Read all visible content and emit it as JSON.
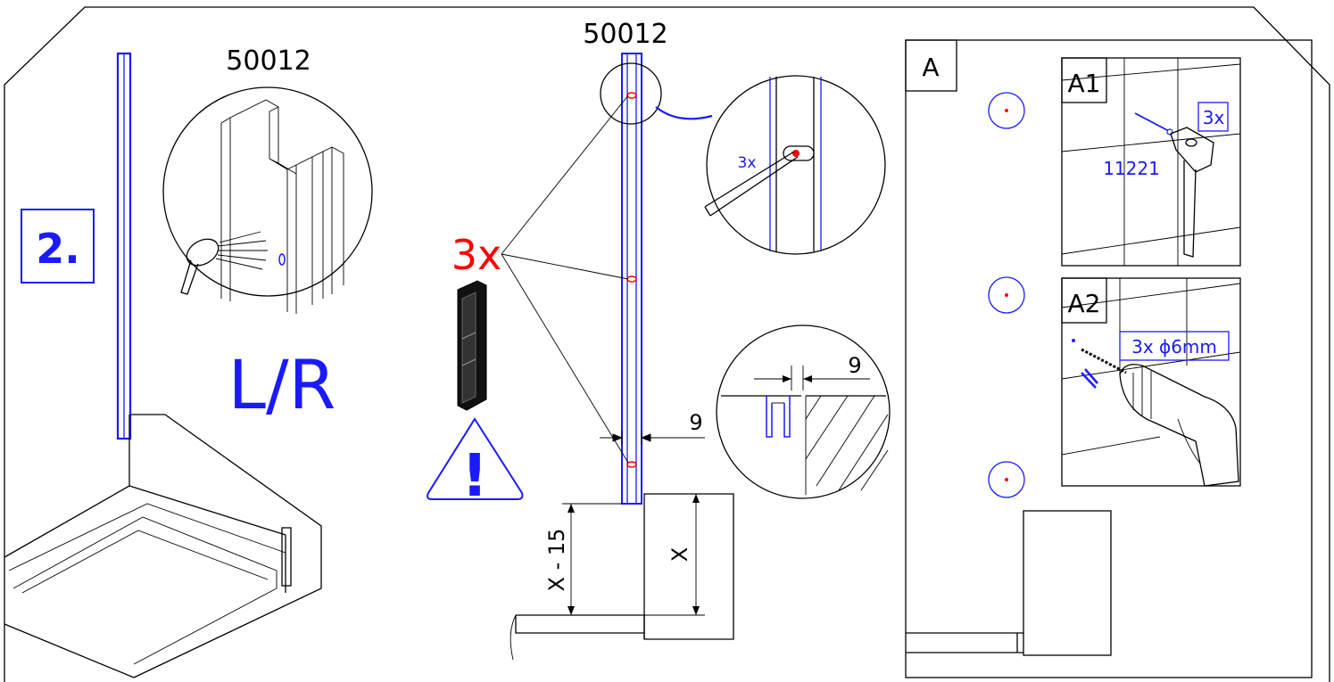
{
  "step_badge": "2.",
  "part_number_detail": "50012",
  "part_number_main": "50012",
  "orientation_label": "L/R",
  "hole_count_label": "3x",
  "zoom_hole_count": "3x",
  "warning_symbol": "!",
  "gap_dimension_main": "9",
  "gap_dimension_detail": "9",
  "height_dimension_profile": "X - 15",
  "height_dimension_wall": "X",
  "panel_a": {
    "label": "A",
    "sub_a1": {
      "label": "A1",
      "quantity": "3x",
      "part_number": "11221"
    },
    "sub_a2": {
      "label": "A2",
      "drill_spec": "3x ϕ6mm"
    }
  },
  "colors": {
    "accent_blue": "#1a1aff",
    "mark_red": "#ff0000",
    "line": "#000000"
  }
}
